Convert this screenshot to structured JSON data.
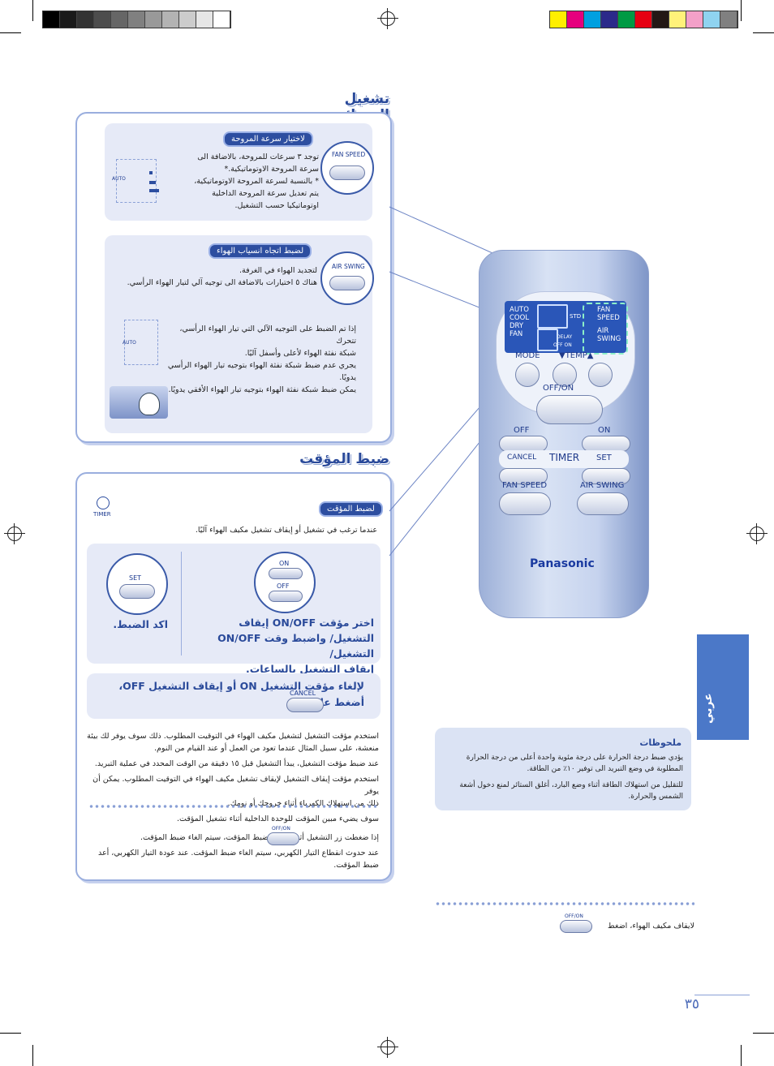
{
  "section1": {
    "title": "تشغيل الخصائص",
    "fan": {
      "badge": "لاختيار سرعة المروحة",
      "button_label": "FAN SPEED",
      "indicator": "AUTO",
      "lines": [
        "توجد ٣ سرعات للمروحة، بالاضافة الى",
        "سرعة المروحة الاوتوماتيكية.*",
        "* بالنسبة لسرعة المروحة الاوتوماتيكية،",
        "يتم تعديل سرعة المروحة الداخلية",
        "اوتوماتيكيا حسب التشغيل."
      ]
    },
    "swing": {
      "badge": "لضبط اتجاه انسياب الهواء",
      "button_label": "AIR SWING",
      "indicator": "AUTO",
      "lines": [
        "لتجديد الهواء في الغرفة.",
        "هناك ٥ اختيارات بالاضافة الى توجيه آلي لتيار الهواء الرأسي."
      ],
      "lines2": [
        "إذا تم الضبط على التوجيه الآلي التي تيار الهواء الرأسي، تتحرك",
        "شبكة نفثة الهواء لأعلى وأسفل آليًا.",
        "يجري عدم ضبط شبكة نفثة الهواء بتوجيه تيار الهواء الرأسي",
        "يدويًا.",
        "يمكن ضبط شبكة نفثة الهواء بتوجيه تيار الهواء الأفقي يدويًا."
      ]
    }
  },
  "section2": {
    "title": "ضبط المؤقت",
    "badge": "لضبط المؤقت",
    "timer_icon_label": "TIMER",
    "intro": "عندما ترغب في تشغيل أو إيقاف تشغيل مكيف الهواء آليًا.",
    "on_label": "ON",
    "off_label": "OFF",
    "set_label": "SET",
    "choose_text": [
      "اختر مؤقت ON/OFF إيقاف",
      "التشغيل/ واضبط وقت ON/OFF التشغيل/",
      "إيقاف التشغيل بالساعات."
    ],
    "confirm_text": "اكد الضبط.",
    "cancel_text": [
      "لإلغاء مؤقت التشغيل ON أو إيقاف التشغيل OFF،",
      "أضغط على"
    ],
    "cancel_label": "CANCEL",
    "bullets": [
      "استخدم مؤقت التشغيل لتشغيل مكيف الهواء في التوقيت المطلوب. ذلك سوف يوفر لك بيئة",
      "منعشة، على سبيل المثال عندما تعود من العمل أو عند القيام من النوم.",
      "عند ضبط مؤقت التشغيل، يبدأ التشغيل قبل ١٥ دقيقة من الوقت المحدد في عملية التبريد.",
      "استخدم مؤقت إيقاف التشغيل لإيقاف تشغيل مكيف الهواء في التوقيت المطلوب. يمكن أن يوفر",
      "ذلك من استهلاك الكهرباء أثناء خروجك أو نومك."
    ],
    "bullets2": [
      "سوف يضيء مبين المؤقت للوحدة الداخلية أثناء تشغيل المؤقت.",
      "إذا ضغطت زر التشغيل أثناء عملية ضبط المؤقت، سيتم الغاء ضبط المؤقت.",
      "عند حدوث انقطاع التيار الكهربي، سيتم الغاء ضبط المؤقت. عند عودة التيار الكهربي، أعد",
      "ضبط المؤقت."
    ],
    "off_on_label": "OFF/ON"
  },
  "remote": {
    "lcd_modes": [
      "AUTO",
      "COOL",
      "DRY",
      "FAN"
    ],
    "lcd_right": [
      "FAN",
      "SPEED",
      "AIR",
      "SWING"
    ],
    "std": "STD",
    "delay": "DELAY",
    "offon": "OFF ON",
    "mode": "MODE",
    "temp": "▼TEMP▲",
    "power": "OFF/ON",
    "off": "OFF",
    "on": "ON",
    "cancel": "CANCEL",
    "timer": "TIMER",
    "set": "SET",
    "fan_speed": "FAN SPEED",
    "air_swing": "AIR SWING",
    "brand": "Panasonic"
  },
  "side_tab": "عربي",
  "notes": {
    "title": "ملحوظات",
    "items": [
      "يؤدي ضبط درجة الحرارة على درجة مئوية واحدة أعلى من درجة الحرارة المطلوبة في وضع التبريد الى توفير ١٠٪ من الطاقة.",
      "للتقليل من استهلاك الطاقة أثناء وضع البارد، أغلق الستائر لمنع دخول أشعة الشمس والحرارة."
    ]
  },
  "footer": {
    "text": "لايقاف مكيف الهواء، اضغط",
    "btn_label": "OFF/ON"
  },
  "page_number": "٣٥"
}
